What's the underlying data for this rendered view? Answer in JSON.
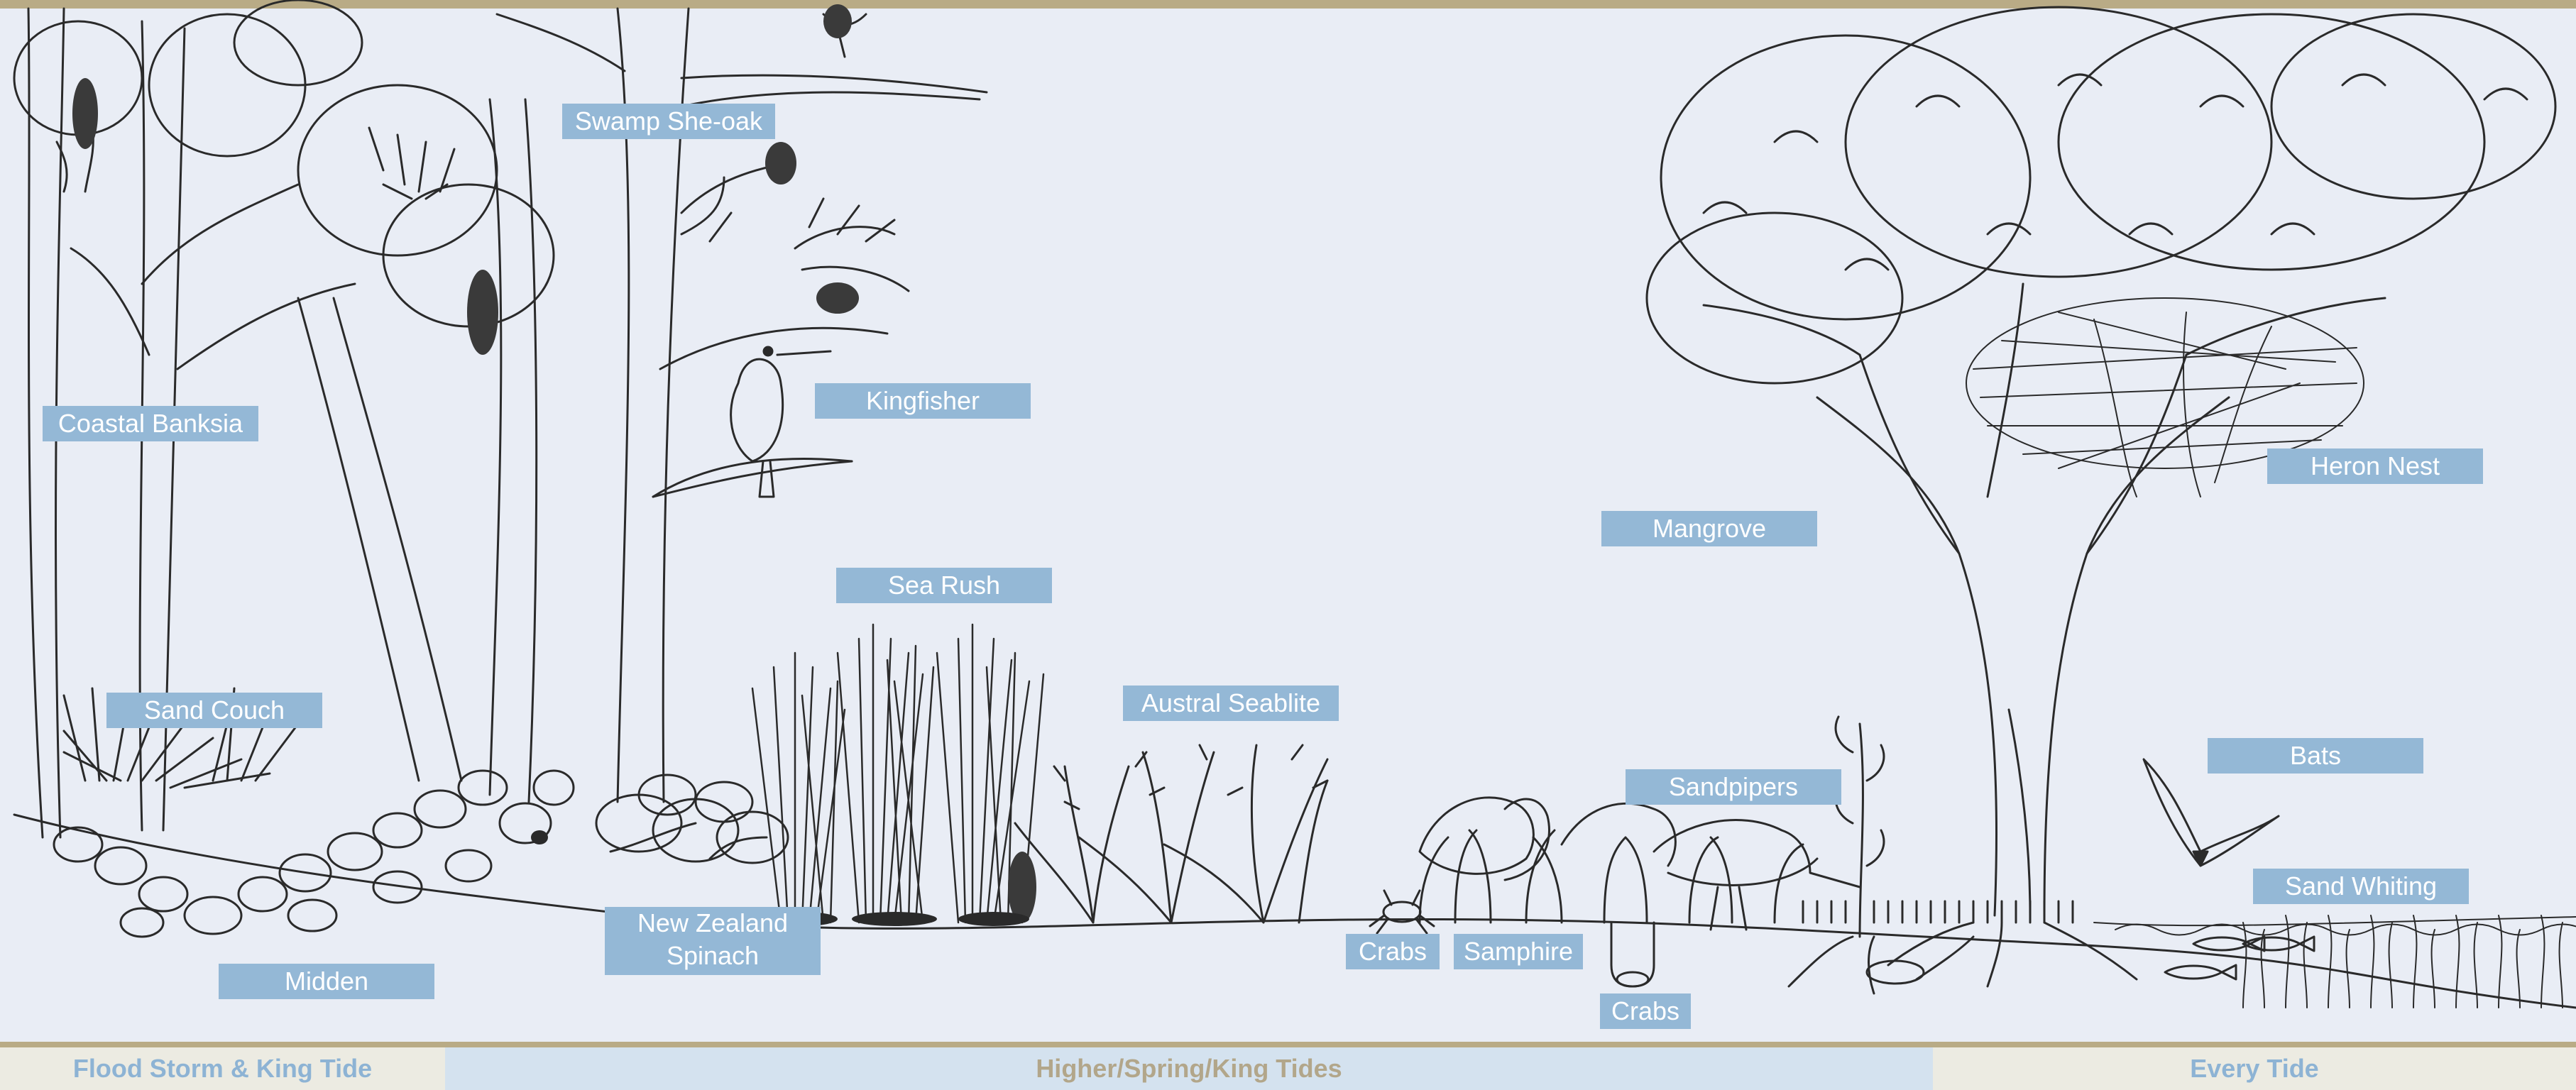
{
  "labels": {
    "swamp_she_oak": "Swamp She-oak",
    "kingfisher": "Kingfisher",
    "coastal_banksia": "Coastal Banksia",
    "sea_rush": "Sea Rush",
    "sand_couch": "Sand Couch",
    "austral_seablite": "Austral Seablite",
    "midden": "Midden",
    "new_zealand_spinach": "New Zealand Spinach",
    "crabs_left": "Crabs",
    "samphire": "Samphire",
    "crabs_burrow": "Crabs",
    "sandpipers": "Sandpipers",
    "mangrove": "Mangrove",
    "heron_nest": "Heron Nest",
    "bats": "Bats",
    "sand_whiting": "Sand Whiting"
  },
  "zones": {
    "flood": "Flood Storm & King Tide",
    "higher": "Higher/Spring/King Tides",
    "every": "Every Tide"
  },
  "colors": {
    "background": "#e9edf5",
    "label_fill": "#94b8d6",
    "label_text": "#ffffff",
    "rule": "#b9ab86",
    "ink": "#2a2a2a"
  }
}
